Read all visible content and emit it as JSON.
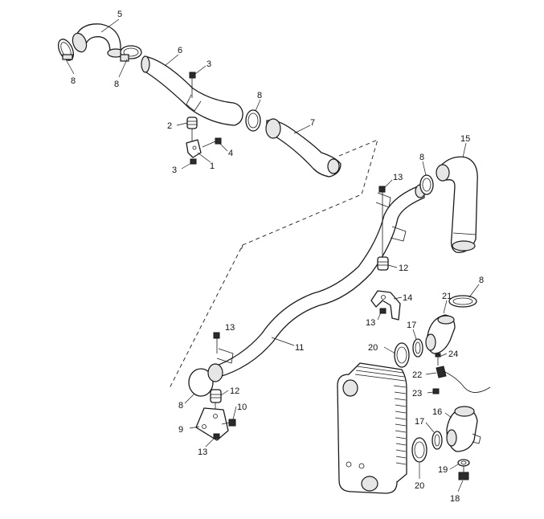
{
  "callouts": [
    {
      "id": "c5",
      "text": "5"
    },
    {
      "id": "c8a",
      "text": "8"
    },
    {
      "id": "c8b",
      "text": "8"
    },
    {
      "id": "c6",
      "text": "6"
    },
    {
      "id": "c3a",
      "text": "3"
    },
    {
      "id": "c8c",
      "text": "8"
    },
    {
      "id": "c7",
      "text": "7"
    },
    {
      "id": "c2",
      "text": "2"
    },
    {
      "id": "c4",
      "text": "4"
    },
    {
      "id": "c3b",
      "text": "3"
    },
    {
      "id": "c1",
      "text": "1"
    },
    {
      "id": "c8d",
      "text": "8"
    },
    {
      "id": "c15",
      "text": "15"
    },
    {
      "id": "c13a",
      "text": "13"
    },
    {
      "id": "c12a",
      "text": "12"
    },
    {
      "id": "c8e",
      "text": "8"
    },
    {
      "id": "c14",
      "text": "14"
    },
    {
      "id": "c21",
      "text": "21"
    },
    {
      "id": "c13b",
      "text": "13"
    },
    {
      "id": "c13c",
      "text": "13"
    },
    {
      "id": "c17a",
      "text": "17"
    },
    {
      "id": "c11",
      "text": "11"
    },
    {
      "id": "c20a",
      "text": "20"
    },
    {
      "id": "c24",
      "text": "24"
    },
    {
      "id": "c22",
      "text": "22"
    },
    {
      "id": "c12b",
      "text": "12"
    },
    {
      "id": "c23",
      "text": "23"
    },
    {
      "id": "c8f",
      "text": "8"
    },
    {
      "id": "c10",
      "text": "10"
    },
    {
      "id": "c16",
      "text": "16"
    },
    {
      "id": "c9",
      "text": "9"
    },
    {
      "id": "c17b",
      "text": "17"
    },
    {
      "id": "c13d",
      "text": "13"
    },
    {
      "id": "c19",
      "text": "19"
    },
    {
      "id": "c20b",
      "text": "20"
    },
    {
      "id": "c18",
      "text": "18"
    }
  ]
}
